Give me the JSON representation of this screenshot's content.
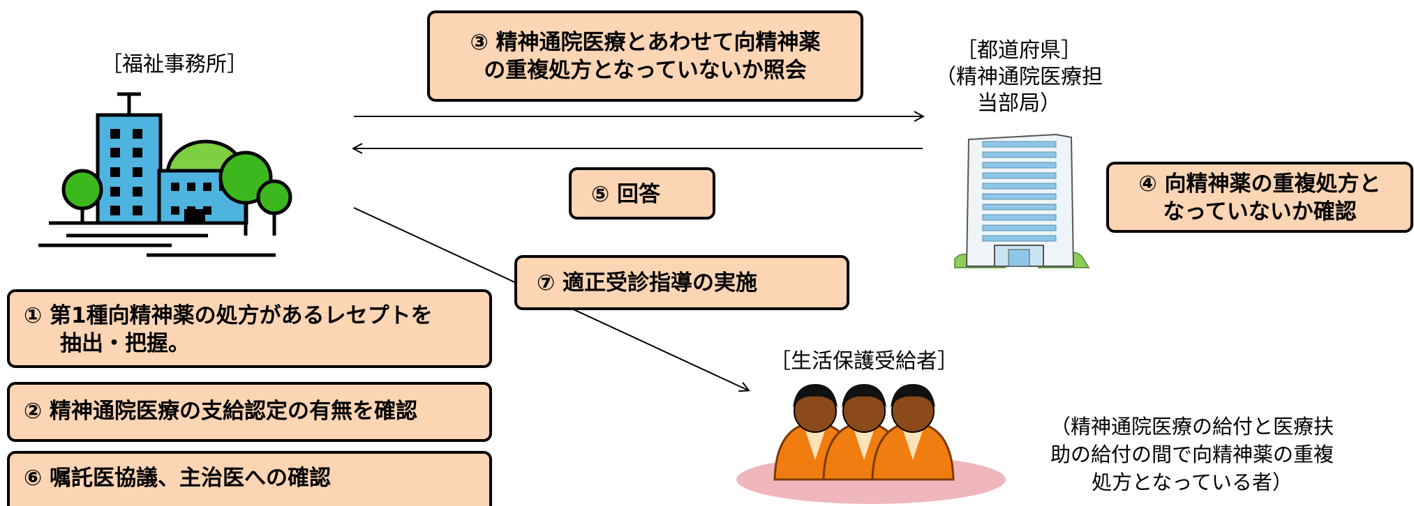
{
  "welfare_office": {
    "label": "［福祉事務所］"
  },
  "prefecture": {
    "label": "［都道府県］",
    "sub_line1": "（精神通院医療担",
    "sub_line2": "当部局）"
  },
  "recipients": {
    "label": "［生活保護受給者］"
  },
  "note": {
    "line1": "（精神通院医療の給付と医療扶",
    "line2": "助の給付の間で向精神薬の重複",
    "line3": "処方となっている者）"
  },
  "steps": {
    "step1": {
      "line1": "①  第1種向精神薬の処方があるレセプトを",
      "line2": "抽出・把握。"
    },
    "step2": {
      "text": "②  精神通院医療の支給認定の有無を確認"
    },
    "step3": {
      "line1": "③  精神通院医療とあわせて向精神薬",
      "line2": "の重複処方となっていないか照会"
    },
    "step4": {
      "line1": "④  向精神薬の重複処方と",
      "line2": "なっていないか確認"
    },
    "step5": {
      "text": "⑤  回答"
    },
    "step6": {
      "text": "⑥  嘱託医協議、主治医への確認"
    },
    "step7": {
      "text": "⑦  適正受診指導の実施"
    }
  },
  "colors": {
    "box_fill": "#fcd5b4",
    "building_blue": "#4fb3e0",
    "tree_green": "#3cb81e",
    "person_orange": "#f07d10",
    "office_tower": "#c7e4f2",
    "platform_pink": "#efb6bc"
  }
}
